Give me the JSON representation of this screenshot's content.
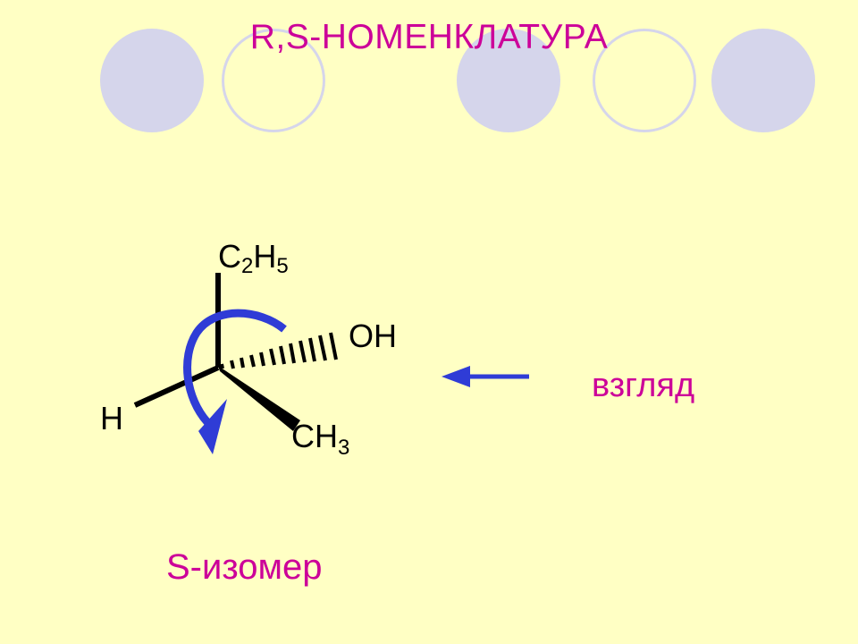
{
  "title": "R,S-НОМЕНКЛАТУРА",
  "view_label": "взгляд",
  "isomer_label": "S-изомер",
  "molecule": {
    "top_substituent": {
      "main": "C",
      "sub1": "2",
      "mid": "H",
      "sub2": "5"
    },
    "right_substituent": "OH",
    "left_substituent": "H",
    "bottom_substituent": {
      "main": "CH",
      "sub": "3"
    }
  },
  "colors": {
    "background": "#ffffc4",
    "accent_text": "#cc0099",
    "arrow_blue": "#2f3cd6",
    "decor_circle": "#d5d5eb"
  },
  "decorative_circles": [
    "filled",
    "ring",
    "filled",
    "ring",
    "filled"
  ]
}
